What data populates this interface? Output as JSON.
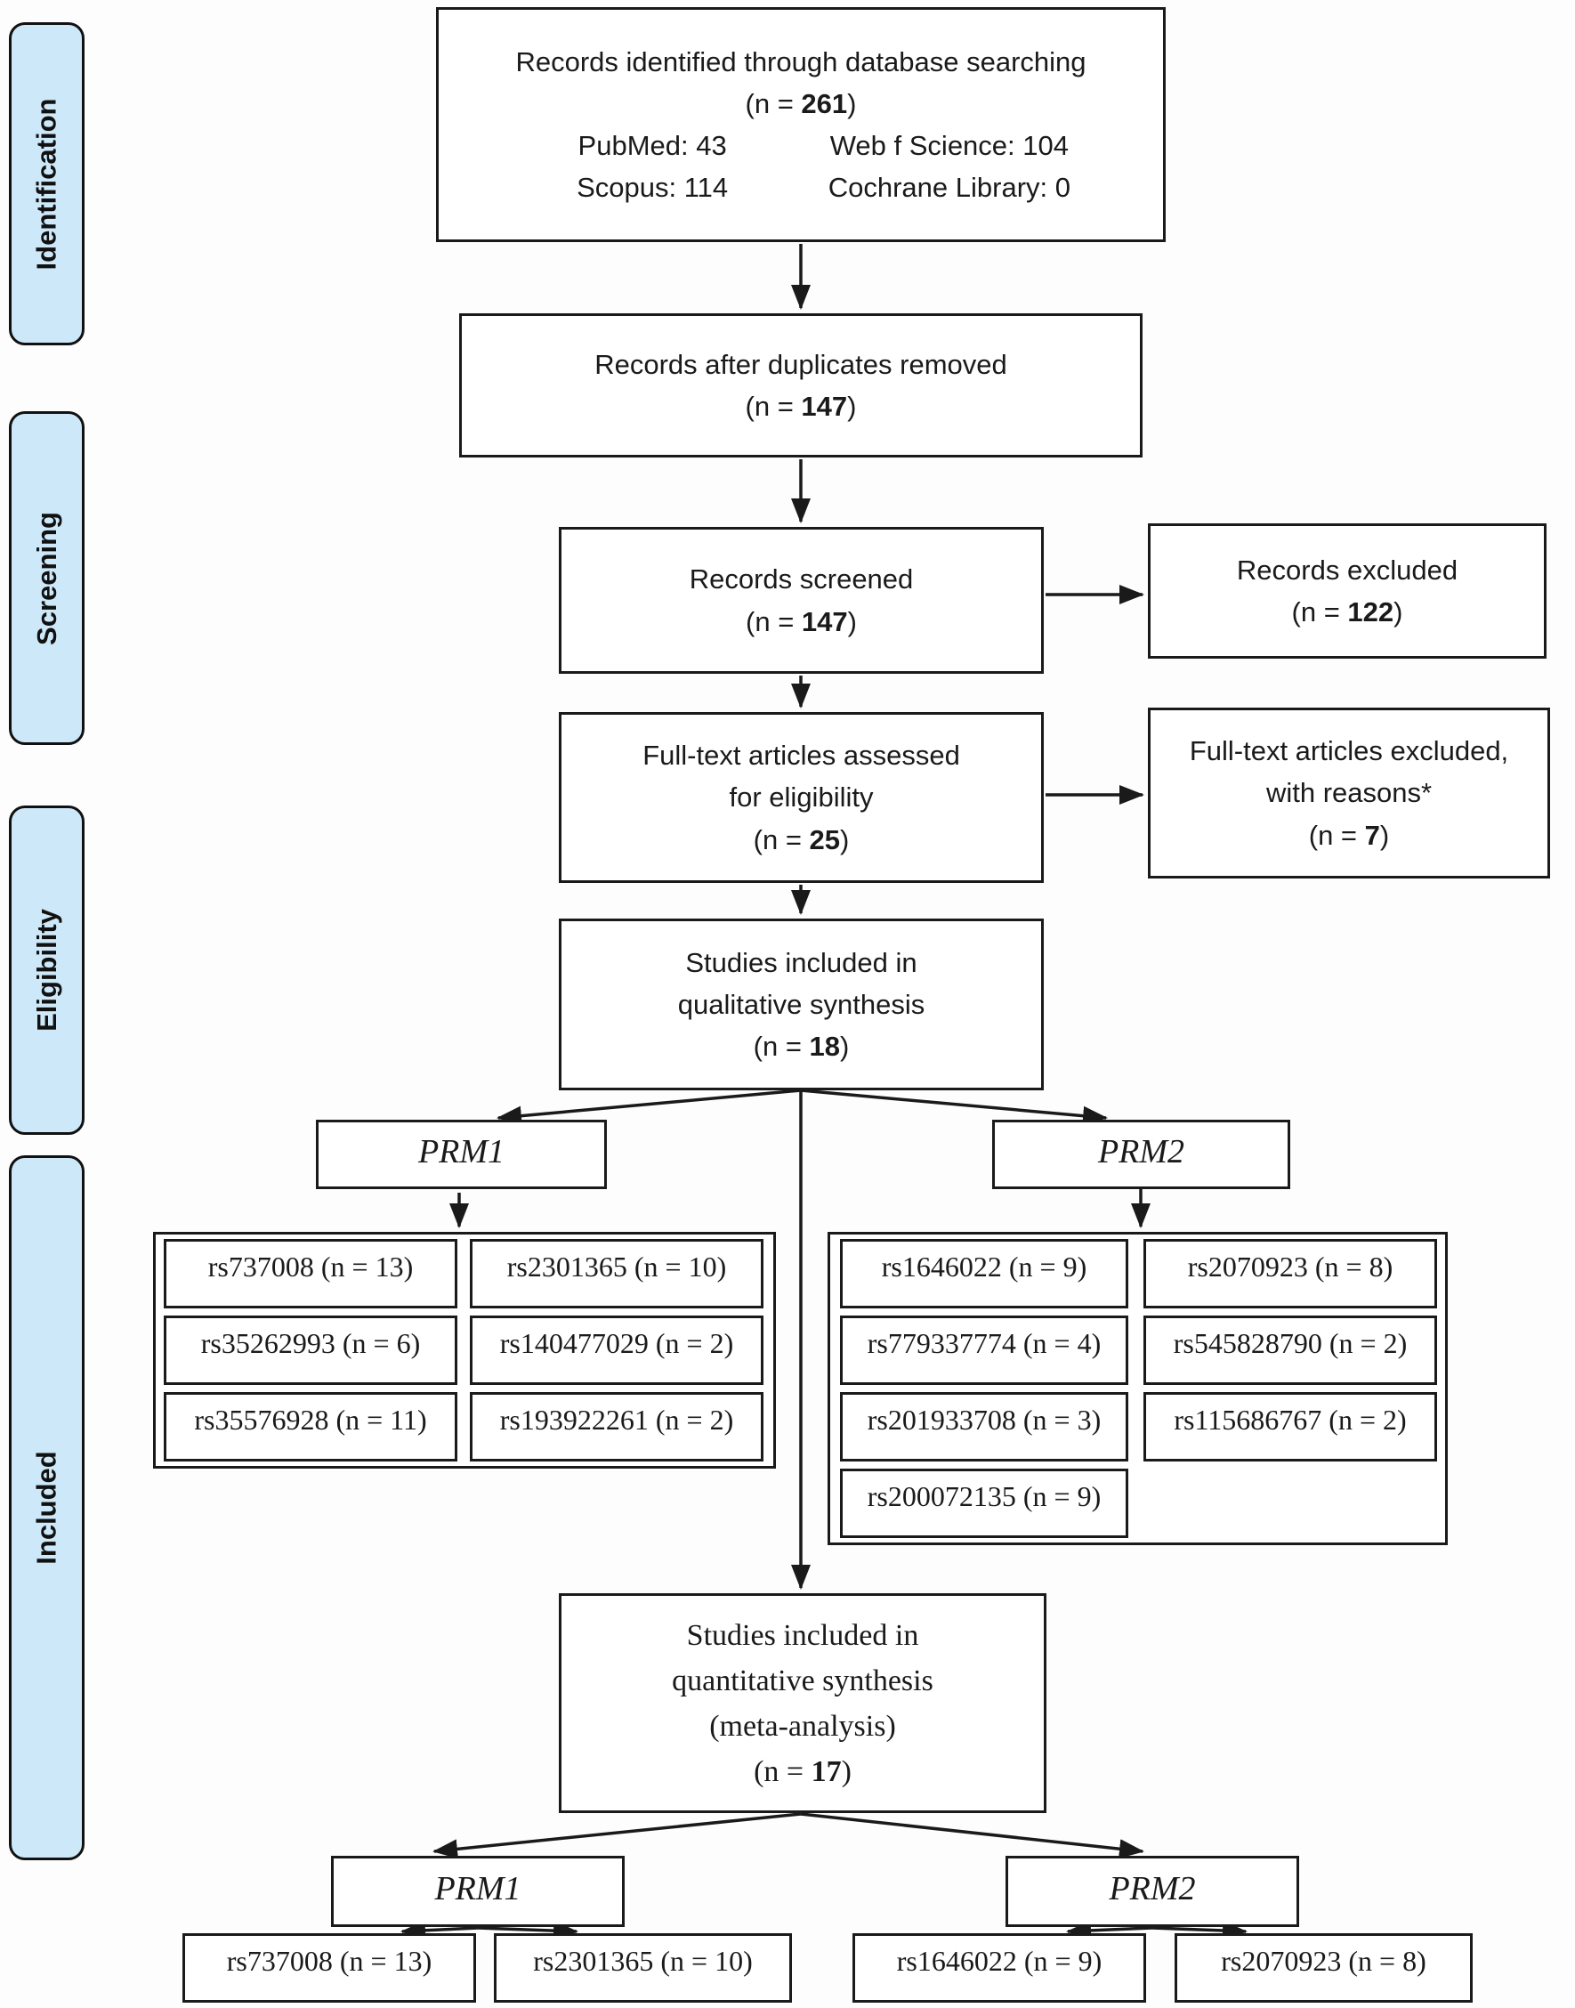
{
  "page": {
    "background": "#fdfdfd",
    "box_border_color": "#1a1a1a",
    "stage_fill_color": "#cde8f9",
    "arrow_color": "#1a1a1a"
  },
  "sidebar": {
    "items": [
      {
        "label": "Identification"
      },
      {
        "label": "Screening"
      },
      {
        "label": "Eligibility"
      },
      {
        "label": "Included"
      }
    ]
  },
  "flow": {
    "identified": {
      "title": "Records identified through database searching",
      "n_prefix": "(n = ",
      "n_value": "261",
      "n_suffix": ")",
      "sources": [
        "PubMed: 43",
        "Web f Science: 104",
        "Scopus: 114",
        "Cochrane Library: 0"
      ]
    },
    "duplicates": {
      "title": "Records after duplicates removed",
      "n_prefix": "(n = ",
      "n_value": "147",
      "n_suffix": ")"
    },
    "screened": {
      "title": "Records screened",
      "n_prefix": "(n = ",
      "n_value": "147",
      "n_suffix": ")"
    },
    "excluded_records": {
      "title": "Records excluded",
      "n_prefix": "(n = ",
      "n_value": "122",
      "n_suffix": ")"
    },
    "fulltext": {
      "line1": "Full-text articles assessed",
      "line2": "for eligibility",
      "n_prefix": "(n = ",
      "n_value": "25",
      "n_suffix": ")"
    },
    "excluded_fulltext": {
      "line1": "Full-text articles excluded,",
      "line2": "with reasons*",
      "n_prefix": "(n = ",
      "n_value": "7",
      "n_suffix": ")"
    },
    "qualitative": {
      "line1": "Studies included in",
      "line2": "qualitative synthesis",
      "n_prefix": "(n = ",
      "n_value": "18",
      "n_suffix": ")"
    },
    "quantitative": {
      "line1": "Studies included in",
      "line2": "quantitative synthesis",
      "line3": "(meta-analysis)",
      "n_prefix": "(n = ",
      "n_value": "17",
      "n_suffix": ")"
    },
    "prm1_label": "PRM1",
    "prm2_label": "PRM2",
    "prm1_snps": [
      "rs737008 (n = 13)",
      "rs2301365 (n = 10)",
      "rs35262993 (n = 6)",
      "rs140477029 (n = 2)",
      "rs35576928 (n = 11)",
      "rs193922261 (n = 2)"
    ],
    "prm2_snps": [
      "rs1646022 (n = 9)",
      "rs2070923 (n = 8)",
      "rs779337774 (n = 4)",
      "rs545828790 (n = 2)",
      "rs201933708 (n = 3)",
      "rs115686767 (n = 2)",
      "rs200072135 (n = 9)"
    ],
    "meta_prm1_label": "PRM1",
    "meta_prm2_label": "PRM2",
    "meta_prm1_snps": [
      "rs737008 (n = 13)",
      "rs2301365 (n = 10)"
    ],
    "meta_prm2_snps": [
      "rs1646022 (n = 9)",
      "rs2070923 (n = 8)"
    ]
  }
}
